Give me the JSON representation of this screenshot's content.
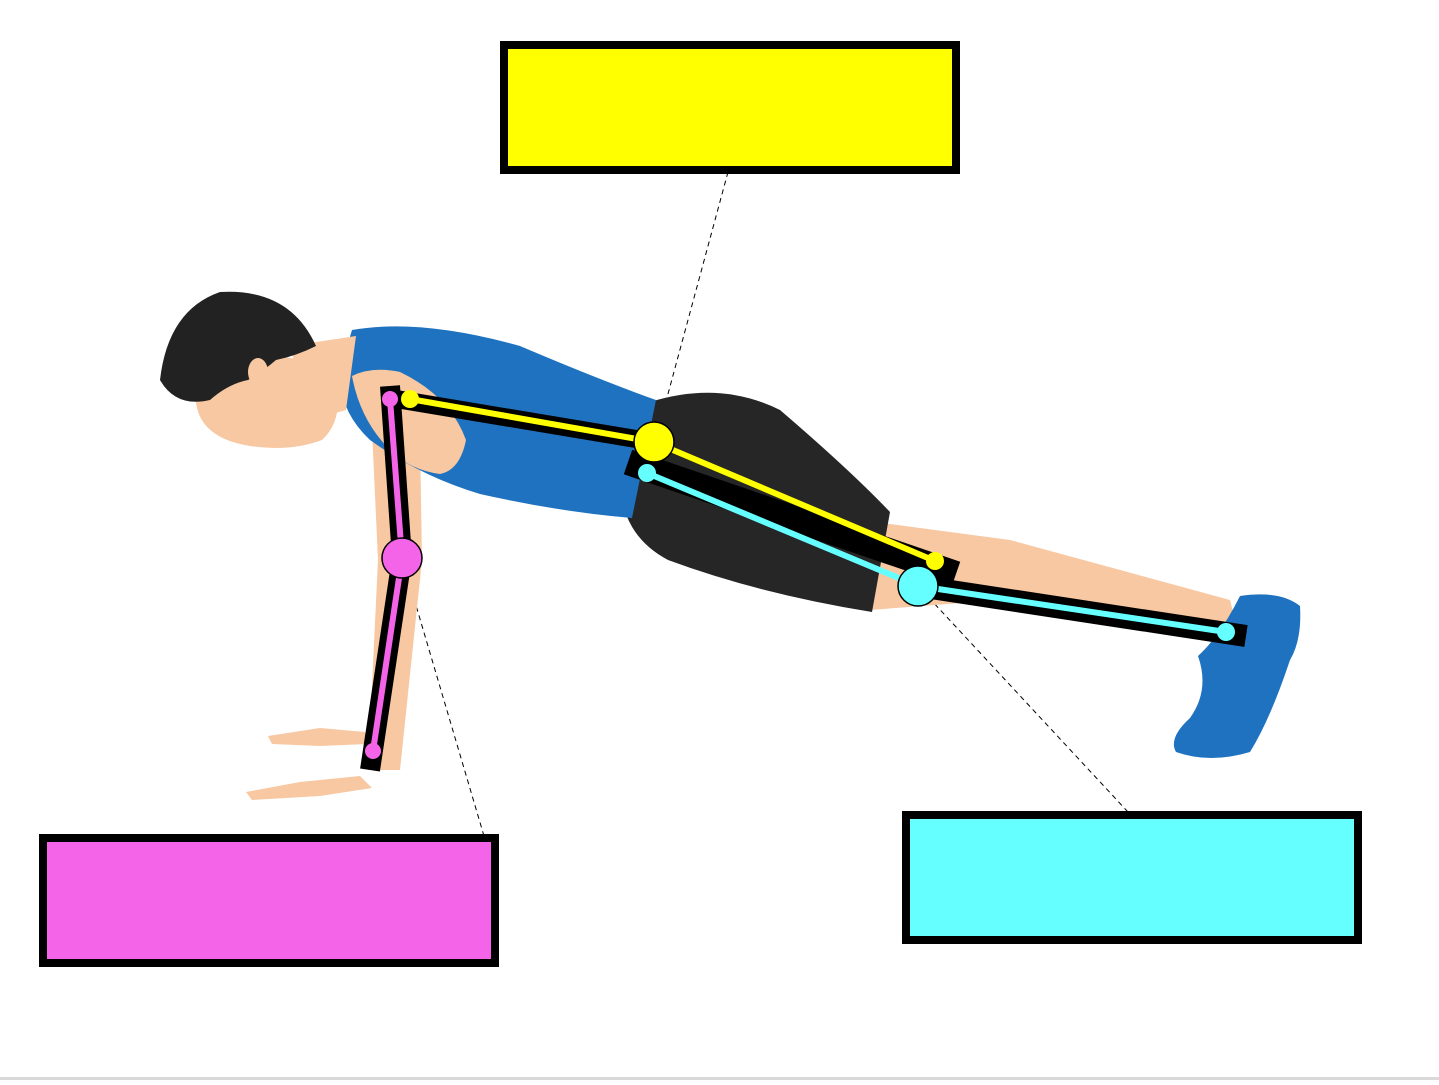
{
  "colors": {
    "hip_angle": "#ffff00",
    "elbow_angle": "#f464e8",
    "knee_angle": "#66ffff",
    "skin": "#f7c8a2",
    "hair": "#222222",
    "shirt": "#1f72c0",
    "shorts": "#262626",
    "shoe": "#1f72c0",
    "outline": "#000000"
  },
  "figure": {
    "pose": "push-up plank",
    "angles": [
      {
        "name": "hip",
        "color": "#ffff00",
        "label": ""
      },
      {
        "name": "elbow",
        "color": "#f464e8",
        "label": ""
      },
      {
        "name": "knee",
        "color": "#66ffff",
        "label": ""
      }
    ]
  }
}
